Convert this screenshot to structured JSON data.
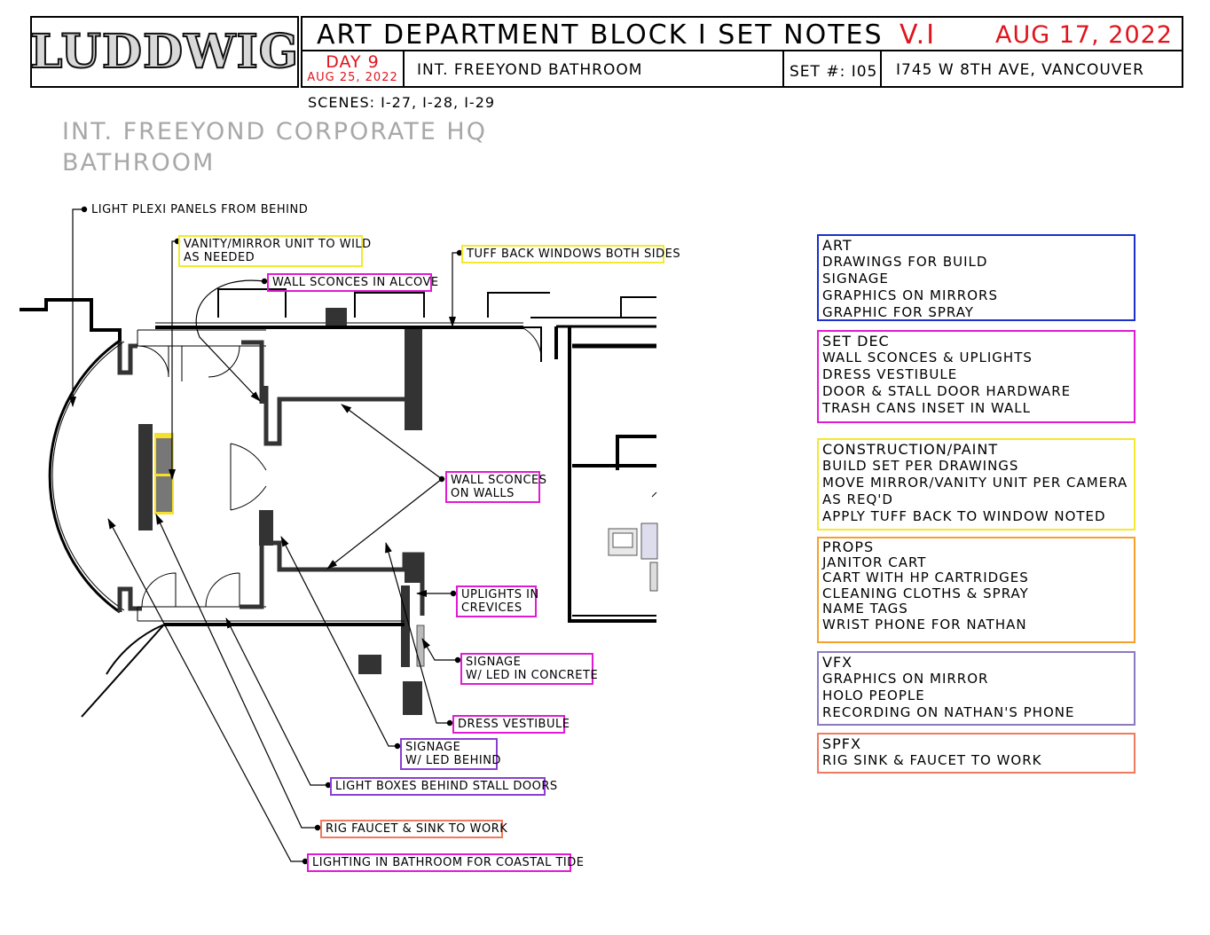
{
  "header": {
    "logo_text": "LUDDWIG",
    "title": "ART DEPARTMENT BLOCK I SET NOTES",
    "version": "V.I",
    "date": "AUG 17, 2022",
    "day_label": "DAY 9",
    "day_date": "AUG 25, 2022",
    "set_name": "INT. FREEYOND BATHROOM",
    "set_number": "SET #: I05",
    "address": "I745 W 8TH AVE, VANCOUVER",
    "scenes": "SCENES: I-27, I-28, I-29"
  },
  "location": {
    "line1": "INT. FREEYOND CORPORATE HQ",
    "line2": "BATHROOM"
  },
  "callouts": {
    "light_plexi": "LIGHT PLEXI PANELS FROM BEHIND",
    "vanity_1": "VANITY/MIRROR UNIT TO WILD",
    "vanity_2": "AS NEEDED",
    "tuff_back": "TUFF BACK WINDOWS BOTH SIDES",
    "sconces_alcove": "WALL SCONCES IN ALCOVE",
    "sconces_walls_1": "WALL SCONCES",
    "sconces_walls_2": "ON WALLS",
    "uplights_1": "UPLIGHTS IN",
    "uplights_2": "CREVICES",
    "signage_concrete_1": "SIGNAGE",
    "signage_concrete_2": "W/ LED IN CONCRETE",
    "dress_vestibule": "DRESS VESTIBULE",
    "signage_led_1": "SIGNAGE",
    "signage_led_2": "W/ LED BEHIND",
    "light_boxes": "LIGHT BOXES BEHIND STALL DOORS",
    "rig_faucet": "RIG FAUCET & SINK TO WORK",
    "lighting_coastal": "LIGHTING IN BATHROOM FOR COASTAL TIDE"
  },
  "departments": {
    "art": {
      "title": "ART",
      "items": [
        "DRAWINGS FOR BUILD",
        "SIGNAGE",
        "GRAPHICS ON MIRRORS",
        "GRAPHIC FOR SPRAY"
      ],
      "color": "#1d2fc9"
    },
    "set_dec": {
      "title": "SET DEC",
      "items": [
        "WALL SCONCES & UPLIGHTS",
        "DRESS VESTIBULE",
        "DOOR & STALL DOOR HARDWARE",
        "TRASH CANS INSET IN WALL"
      ],
      "color": "#e11ad4"
    },
    "construction": {
      "title": "CONSTRUCTION/PAINT",
      "items": [
        "BUILD SET PER DRAWINGS",
        "MOVE MIRROR/VANITY UNIT PER CAMERA",
        "AS REQ'D",
        "APPLY TUFF BACK TO WINDOW NOTED"
      ],
      "color": "#f2ea2a"
    },
    "props": {
      "title": "PROPS",
      "items": [
        "JANITOR CART",
        "CART WITH HP CARTRIDGES",
        "CLEANING CLOTHS & SPRAY",
        "NAME TAGS",
        "WRIST PHONE FOR NATHAN"
      ],
      "color": "#f6a02a"
    },
    "vfx": {
      "title": "VFX",
      "items": [
        "GRAPHICS ON MIRROR",
        "HOLO PEOPLE",
        "RECORDING ON NATHAN'S PHONE"
      ],
      "color": "#8a7ac0"
    },
    "spfx": {
      "title": "SPFX",
      "items": [
        "RIG SINK & FAUCET TO WORK"
      ],
      "color": "#f07a5e"
    }
  },
  "colors": {
    "accent_red": "#e0141e",
    "location_grey": "#a8a8a8"
  }
}
